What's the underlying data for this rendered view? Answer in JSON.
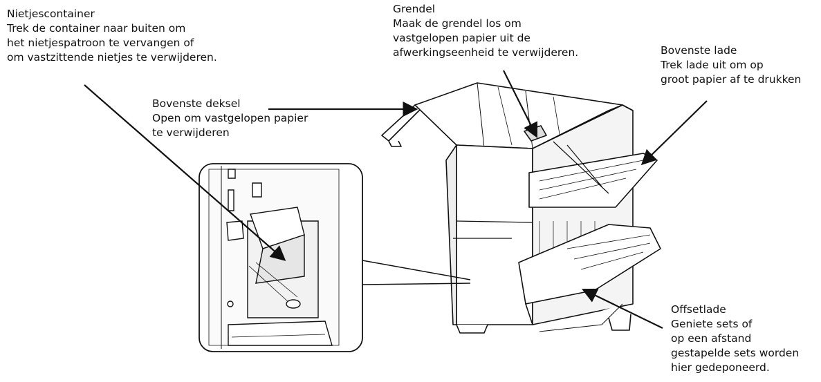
{
  "callouts": {
    "staple_container": {
      "title": "Nietjescontainer",
      "lines": [
        "Trek de container naar buiten om",
        "het nietjespatroon te vervangen of",
        "om vastzittende nietjes te verwijderen."
      ]
    },
    "latch": {
      "title": "Grendel",
      "lines": [
        "Maak de grendel los om",
        "vastgelopen papier uit de",
        "afwerkingseenheid te verwijderen."
      ]
    },
    "top_tray": {
      "title": "Bovenste lade",
      "lines": [
        "Trek lade uit om op",
        "groot papier af te drukken"
      ]
    },
    "top_cover": {
      "title": "Bovenste deksel",
      "lines": [
        "Open om vastgelopen papier",
        "te verwijderen"
      ]
    },
    "offset_tray": {
      "title": "Offsetlade",
      "lines": [
        "Geniete sets of",
        "op een afstand",
        "gestapelde sets worden",
        "hier gedeponeerd."
      ]
    }
  },
  "colors": {
    "line": "#111111",
    "fill": "#ffffff",
    "shade": "#e6e6e6",
    "text": "#111111"
  }
}
